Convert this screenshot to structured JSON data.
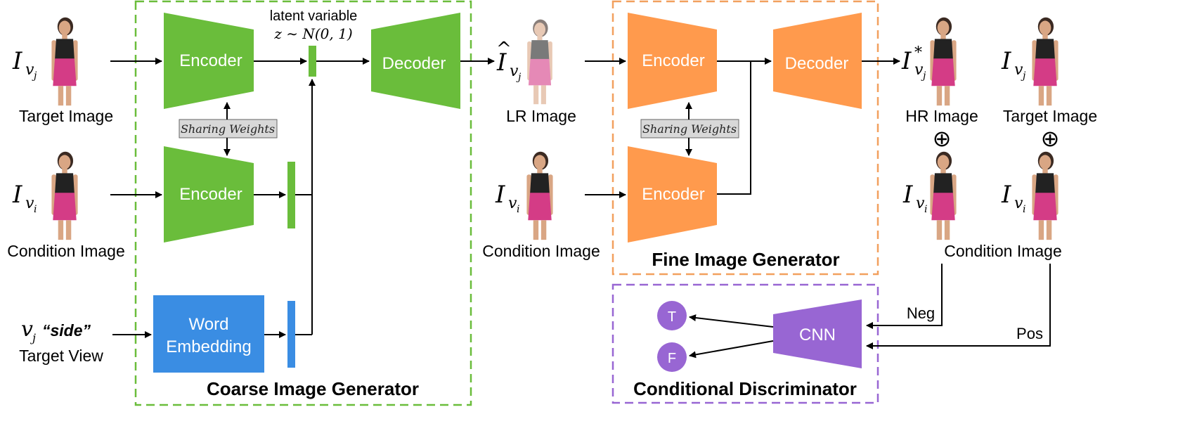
{
  "colors": {
    "green": "#6ABD3B",
    "orange": "#FF9A4D",
    "blue": "#3A8DE3",
    "purple": "#9866D3",
    "green_border": "#6ABD3B",
    "orange_border": "#F2A05E",
    "purple_border": "#9866D3",
    "skin": "#D9A684",
    "hair": "#3B2A22",
    "top": "#222222",
    "skirt": "#D43C86"
  },
  "coarse": {
    "title": "Coarse Image Generator",
    "encoder_top": "Encoder",
    "encoder_bottom": "Encoder",
    "decoder": "Decoder",
    "sharing": "Sharing Weights",
    "latent_line1": "latent variable",
    "latent_line2": "z ∼ N(0, 1)",
    "word_line1": "Word",
    "word_line2": "Embedding"
  },
  "fine": {
    "title": "Fine Image Generator",
    "encoder_top": "Encoder",
    "encoder_bottom": "Encoder",
    "decoder": "Decoder",
    "sharing": "Sharing Weights"
  },
  "disc": {
    "title": "Conditional Discriminator",
    "cnn": "CNN",
    "t": "T",
    "f": "F",
    "neg": "Neg",
    "pos": "Pos"
  },
  "labels": {
    "target_image": "Target Image",
    "condition_image": "Condition Image",
    "target_view": "Target View",
    "side_word": "“side”",
    "lr_image": "LR Image",
    "hr_image": "HR Image",
    "condition_image_mid": "Condition Image",
    "target_image_right": "Target Image",
    "condition_image_right": "Condition Image",
    "oplus": "⊕"
  },
  "math": {
    "I": "I",
    "vj": "v",
    "j": "j",
    "vi": "v",
    "i": "i",
    "hat": "^",
    "star": "*"
  }
}
